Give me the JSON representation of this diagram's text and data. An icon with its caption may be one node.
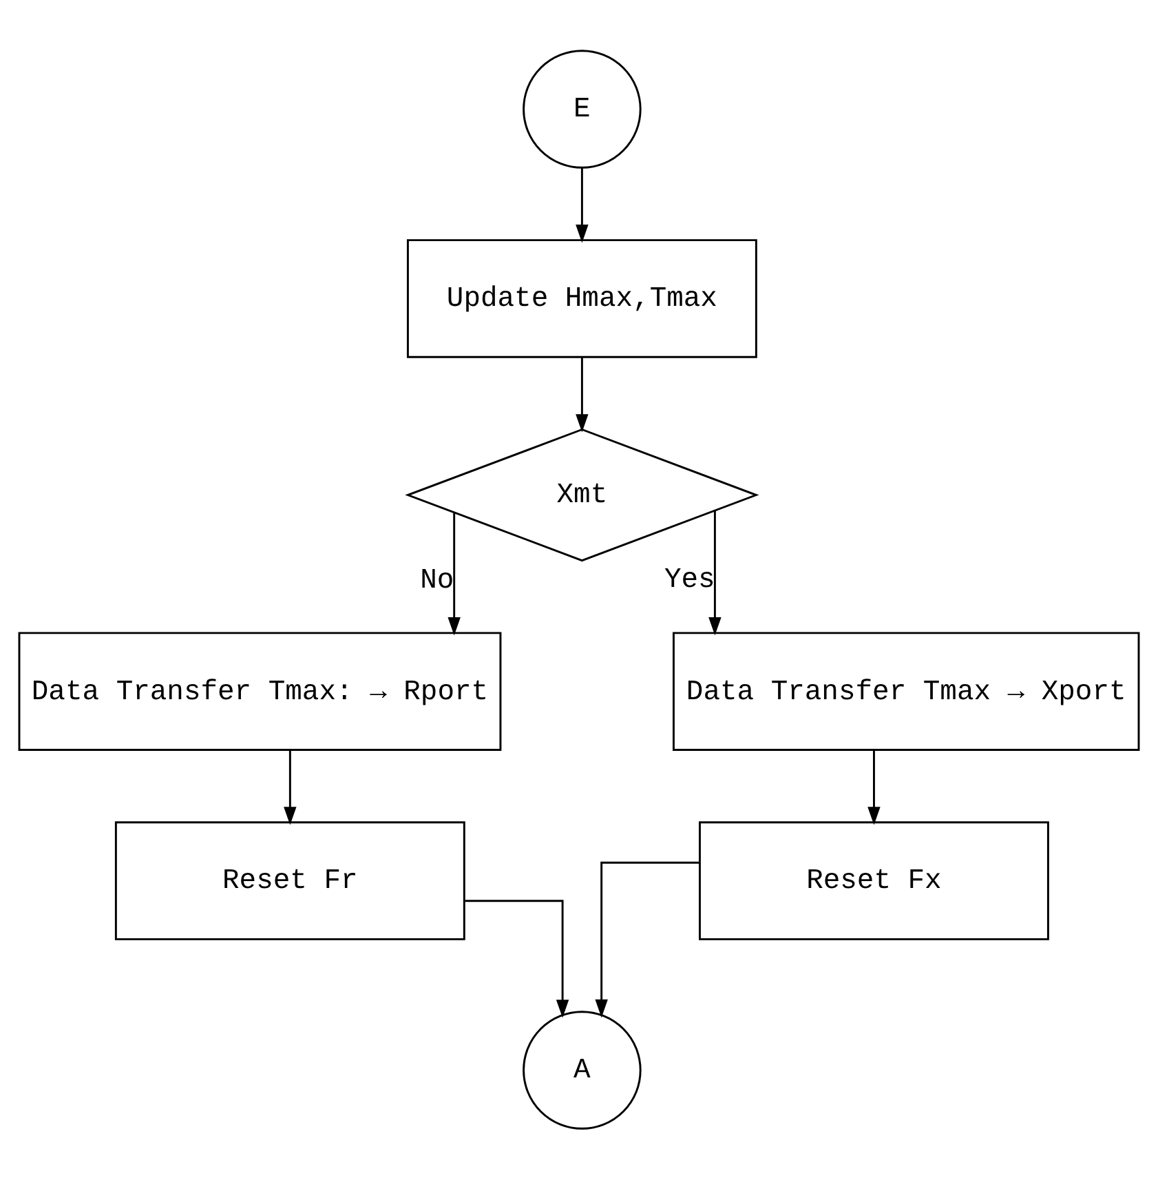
{
  "diagram": {
    "nodes": [
      {
        "text": [
          "E"
        ]
      },
      {
        "text": [
          "Update Hmax,Tmax"
        ]
      },
      {
        "text": [
          "Xmt"
        ]
      },
      {
        "text": [
          "Data Transfer Tmax: → Rport"
        ]
      },
      {
        "text": [
          "Data Transfer Tmax → Xport"
        ]
      },
      {
        "text": [
          "Reset Fr"
        ]
      },
      {
        "text": [
          "Reset Fx"
        ]
      },
      {
        "text": [
          "A"
        ]
      }
    ],
    "edges": [
      {
        "from": 0,
        "to": 1,
        "arrow": "to"
      },
      {
        "from": 1,
        "to": 2,
        "arrow": "to"
      },
      {
        "from": 2,
        "to": 3,
        "label": "No",
        "arrow": "to"
      },
      {
        "from": 2,
        "to": 4,
        "label": "Yes",
        "arrow": "to"
      },
      {
        "from": 3,
        "to": 5,
        "arrow": "to"
      },
      {
        "from": 4,
        "to": 6,
        "arrow": "to"
      },
      {
        "from": 5,
        "to": 7,
        "arrow": "to"
      },
      {
        "from": 6,
        "to": 7,
        "arrow": "to"
      }
    ]
  }
}
